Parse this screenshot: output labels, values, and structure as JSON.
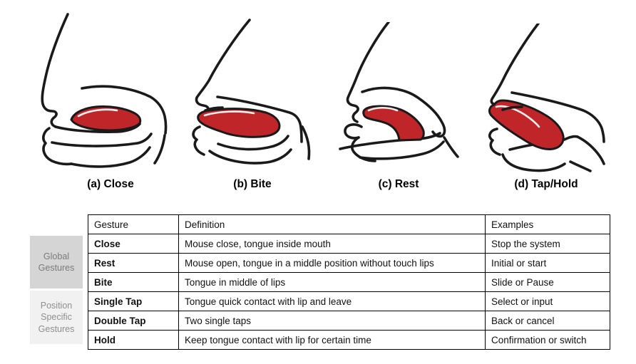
{
  "figure": {
    "panels": [
      {
        "id": "a",
        "caption": "(a) Close"
      },
      {
        "id": "b",
        "caption": "(b) Bite"
      },
      {
        "id": "c",
        "caption": "(c) Rest"
      },
      {
        "id": "d",
        "caption": "(d) Tap/Hold"
      }
    ],
    "tongue_color": "#c0252a",
    "outline_color": "#1a1a1a"
  },
  "table": {
    "headers": [
      "Gesture",
      "Definition",
      "Examples"
    ],
    "rows": [
      {
        "gesture": "Close",
        "definition": "Mouse close, tongue inside mouth",
        "examples": "Stop the system",
        "group": "Global Gestures"
      },
      {
        "gesture": "Rest",
        "definition": "Mouse open, tongue in a middle position without touch lips",
        "examples": "Initial or start",
        "group": "Global Gestures"
      },
      {
        "gesture": "Bite",
        "definition": "Tongue in middle of lips",
        "examples": "Slide or Pause",
        "group": "Global Gestures"
      },
      {
        "gesture": "Single Tap",
        "definition": "Tongue quick contact with lip and leave",
        "examples": "Select or input",
        "group": "Position Specific Gestures"
      },
      {
        "gesture": "Double Tap",
        "definition": "Two single taps",
        "examples": "Back or cancel",
        "group": "Position Specific Gestures"
      },
      {
        "gesture": "Hold",
        "definition": "Keep tongue contact with lip for certain time",
        "examples": "Confirmation or switch",
        "group": "Position Specific Gestures"
      }
    ],
    "groups": [
      {
        "label_lines": [
          "Global",
          "Gestures"
        ],
        "bg": "#d5d5d5",
        "fg": "#7b7b7b"
      },
      {
        "label_lines": [
          "Position",
          "Specific",
          "Gestures"
        ],
        "bg": "#f1f1f1",
        "fg": "#8f8f8f"
      }
    ]
  }
}
